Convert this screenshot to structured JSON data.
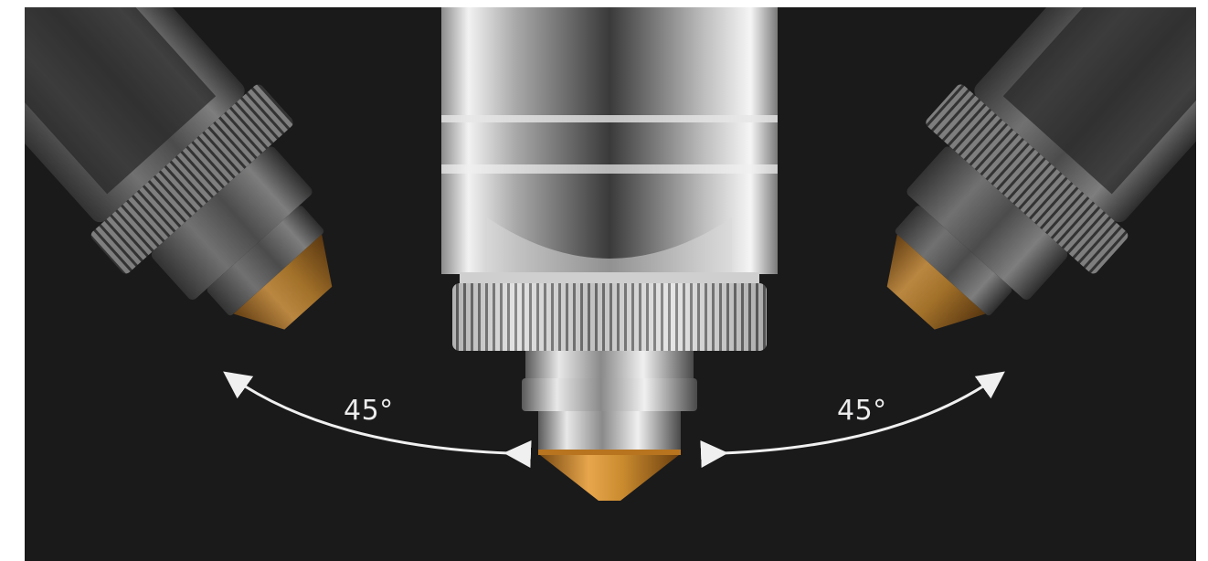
{
  "image": {
    "subject": "nozzle-tilt-illustration",
    "background_color": "#1a1a1b",
    "nozzle_tip_color": "#c98a2e"
  },
  "annotations": {
    "left_angle": "45°",
    "right_angle": "45°"
  }
}
